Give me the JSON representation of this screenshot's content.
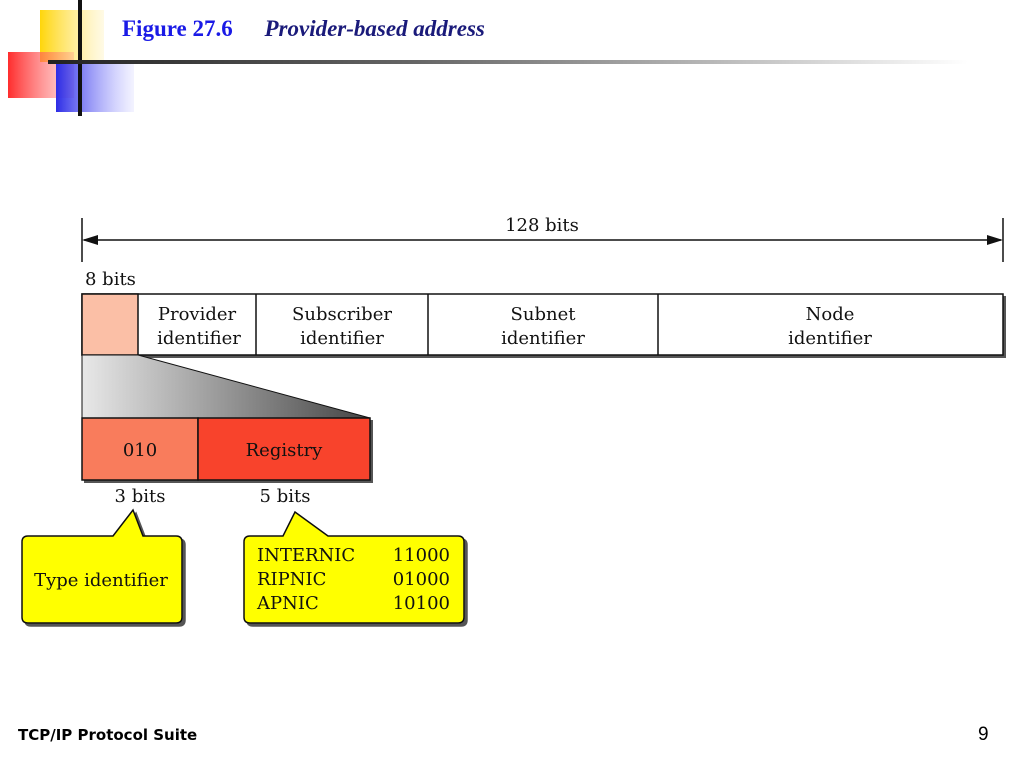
{
  "slide": {
    "figure_number": "Figure 27.6",
    "figure_title": "Provider-based address",
    "footer": "TCP/IP Protocol Suite",
    "page_number": "9"
  },
  "diagram": {
    "total_length_label": "128 bits",
    "first_field_length_label": "8 bits",
    "address_fields": [
      {
        "line1": "Provider",
        "line2": "identifier"
      },
      {
        "line1": "Subscriber",
        "line2": "identifier"
      },
      {
        "line1": "Subnet",
        "line2": "identifier"
      },
      {
        "line1": "Node",
        "line2": "identifier"
      }
    ],
    "expanded_fields": [
      {
        "label": "010",
        "bits": "3 bits"
      },
      {
        "label": "Registry",
        "bits": "5 bits"
      }
    ],
    "callouts": {
      "type": "Type identifier",
      "registry": [
        {
          "name": "INTERNIC",
          "code": "11000"
        },
        {
          "name": "RIPNIC",
          "code": "01000"
        },
        {
          "name": "APNIC",
          "code": "10100"
        }
      ]
    },
    "colors": {
      "prefix_field": "#fbbfa6",
      "type_field": "#f97c5c",
      "registry_field": "#f8432c",
      "callout_fill": "#ffff00",
      "title_blue": "#1a1ae6"
    }
  }
}
